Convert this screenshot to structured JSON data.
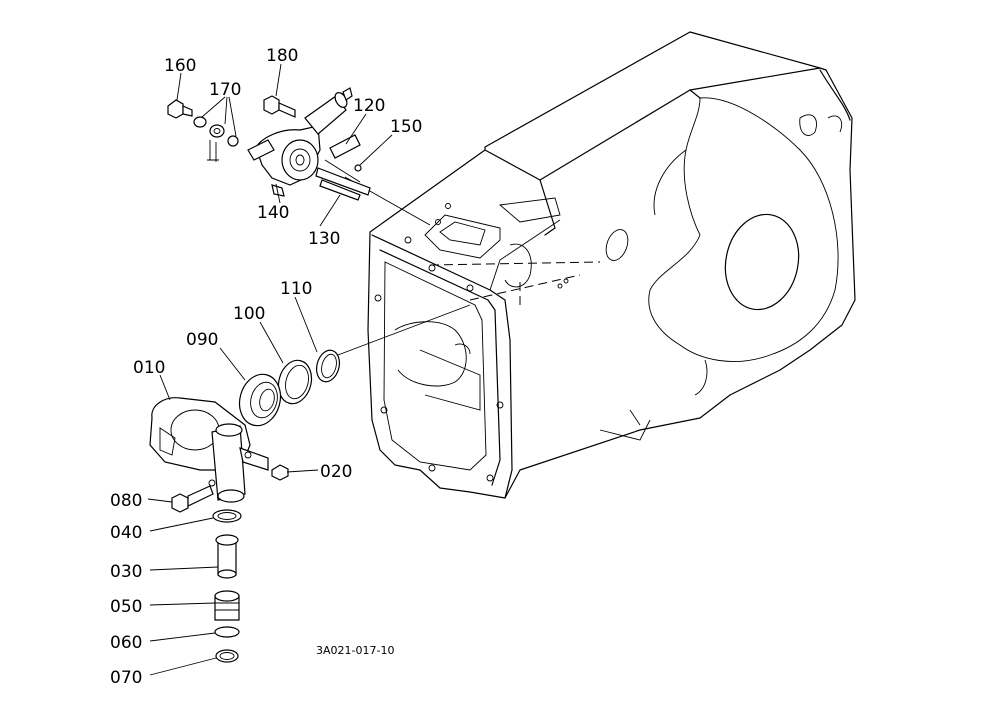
{
  "diagram": {
    "part_labels": {
      "p160": "160",
      "p170": "170",
      "p180": "180",
      "p120": "120",
      "p150": "150",
      "p140": "140",
      "p130": "130",
      "p110": "110",
      "p100": "100",
      "p090": "090",
      "p010": "010",
      "p020": "020",
      "p080": "080",
      "p040": "040",
      "p030": "030",
      "p050": "050",
      "p060": "060",
      "p070": "070"
    },
    "drawing_code": "3A021-017-10"
  }
}
